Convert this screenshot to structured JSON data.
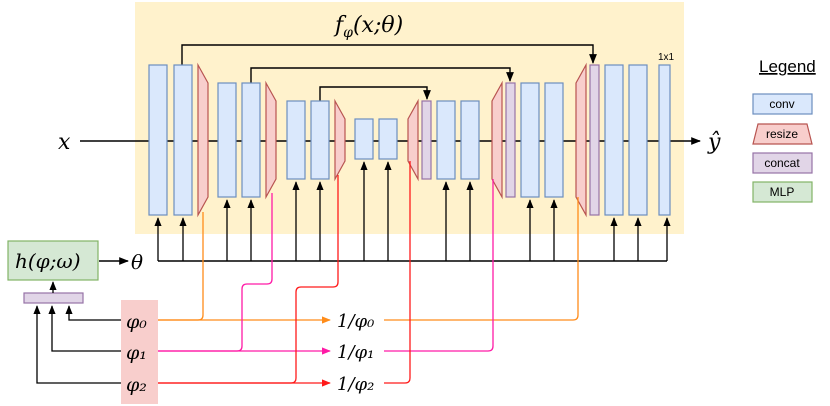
{
  "title": "f_φ(x;θ)",
  "title_parts": {
    "f": "f",
    "sub": "φ",
    "args": "(x;θ)"
  },
  "input_label": "x",
  "output_label": "ŷ",
  "hyper_network": {
    "label": "h(φ;ω)"
  },
  "theta_label": "θ",
  "conv_1x1_label": "1x1",
  "scale_inputs": [
    {
      "label": "φ₀",
      "reciprocal": "1/φ₀",
      "color": "#ff8c1a"
    },
    {
      "label": "φ₁",
      "reciprocal": "1/φ₁",
      "color": "#ff1aa6"
    },
    {
      "label": "φ₂",
      "reciprocal": "1/φ₂",
      "color": "#ff1a1a"
    }
  ],
  "legend": {
    "title": "Legend",
    "items": [
      {
        "label": "conv",
        "fill": "#dae8fc",
        "stroke": "#6c8ebf"
      },
      {
        "label": "resize",
        "fill": "#f8cecc",
        "stroke": "#b85450"
      },
      {
        "label": "concat",
        "fill": "#e1d5e7",
        "stroke": "#9673a6"
      },
      {
        "label": "MLP",
        "fill": "#d5e8d4",
        "stroke": "#82b366"
      }
    ]
  },
  "colors": {
    "background_panel": "#fff2cc",
    "conv": "#dae8fc",
    "resize": "#f8cecc",
    "concat": "#e1d5e7",
    "mlp": "#d5e8d4",
    "phi_box": "#f8cecc"
  }
}
